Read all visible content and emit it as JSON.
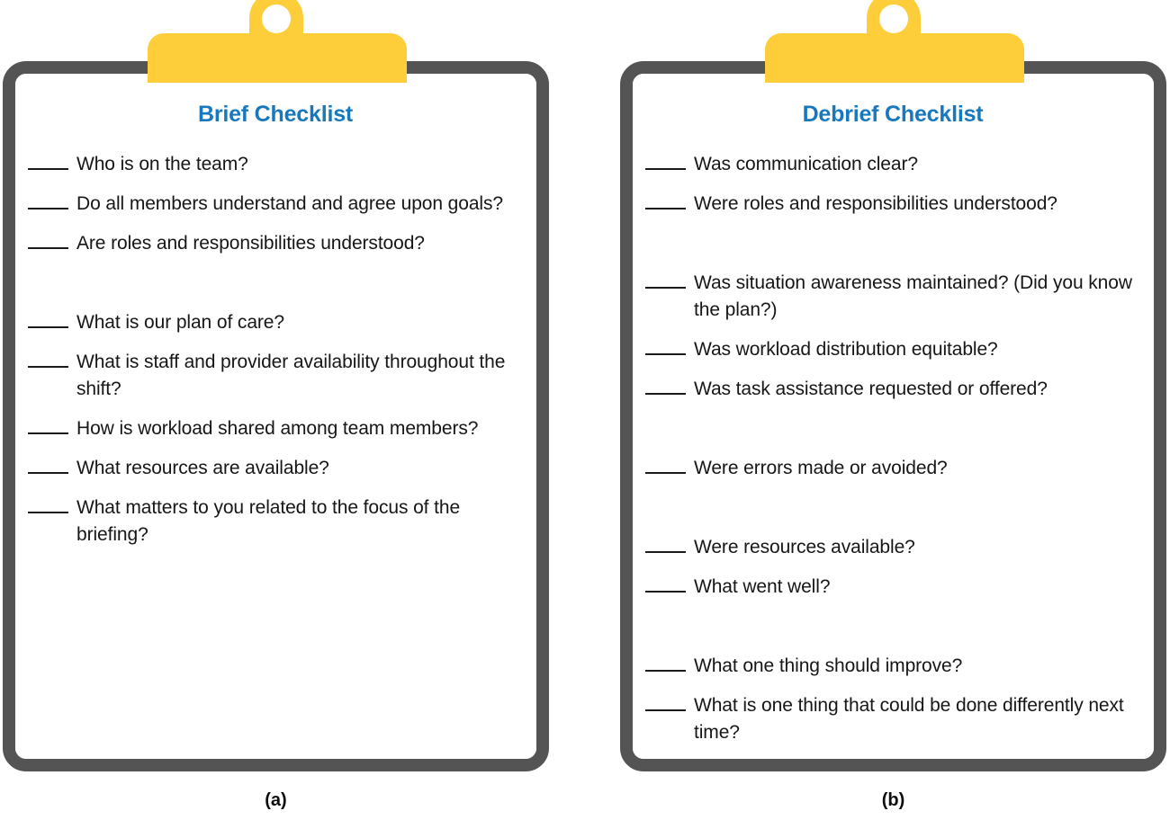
{
  "figure": {
    "colors": {
      "clip_yellow": "#FDCE39",
      "frame_gray": "#545454",
      "title_blue": "#1878BD",
      "text_black": "#161616",
      "paper_white": "#FFFFFF"
    }
  },
  "panels": [
    {
      "id": "brief",
      "title": "Brief Checklist",
      "caption": "(a)",
      "items": [
        {
          "text": "Who is on the team?",
          "gap_after": false
        },
        {
          "text": "Do all members understand and agree upon goals?",
          "gap_after": false
        },
        {
          "text": "Are roles and responsibilities understood?",
          "gap_after": true
        },
        {
          "text": "What is our plan of care?",
          "gap_after": false
        },
        {
          "text": "What is staff and provider availability throughout the shift?",
          "gap_after": false
        },
        {
          "text": "How is workload shared among team members?",
          "gap_after": false
        },
        {
          "text": "What resources are available?",
          "gap_after": false
        },
        {
          "text": "What matters to you related to the focus of the briefing?",
          "gap_after": false
        }
      ]
    },
    {
      "id": "debrief",
      "title": "Debrief Checklist",
      "caption": "(b)",
      "items": [
        {
          "text": "Was communication clear?",
          "gap_after": false
        },
        {
          "text": "Were roles and responsibilities understood?",
          "gap_after": true
        },
        {
          "text": "Was situation awareness maintained? (Did you know the plan?)",
          "gap_after": false
        },
        {
          "text": "Was workload distribution equitable?",
          "gap_after": false
        },
        {
          "text": "Was task assistance requested or offered?",
          "gap_after": true
        },
        {
          "text": "Were errors made or avoided?",
          "gap_after": true
        },
        {
          "text": "Were resources available?",
          "gap_after": false
        },
        {
          "text": "What went well?",
          "gap_after": true
        },
        {
          "text": "What one thing should improve?",
          "gap_after": false
        },
        {
          "text": "What is one thing that could be done differently next time?",
          "gap_after": false
        }
      ]
    }
  ]
}
